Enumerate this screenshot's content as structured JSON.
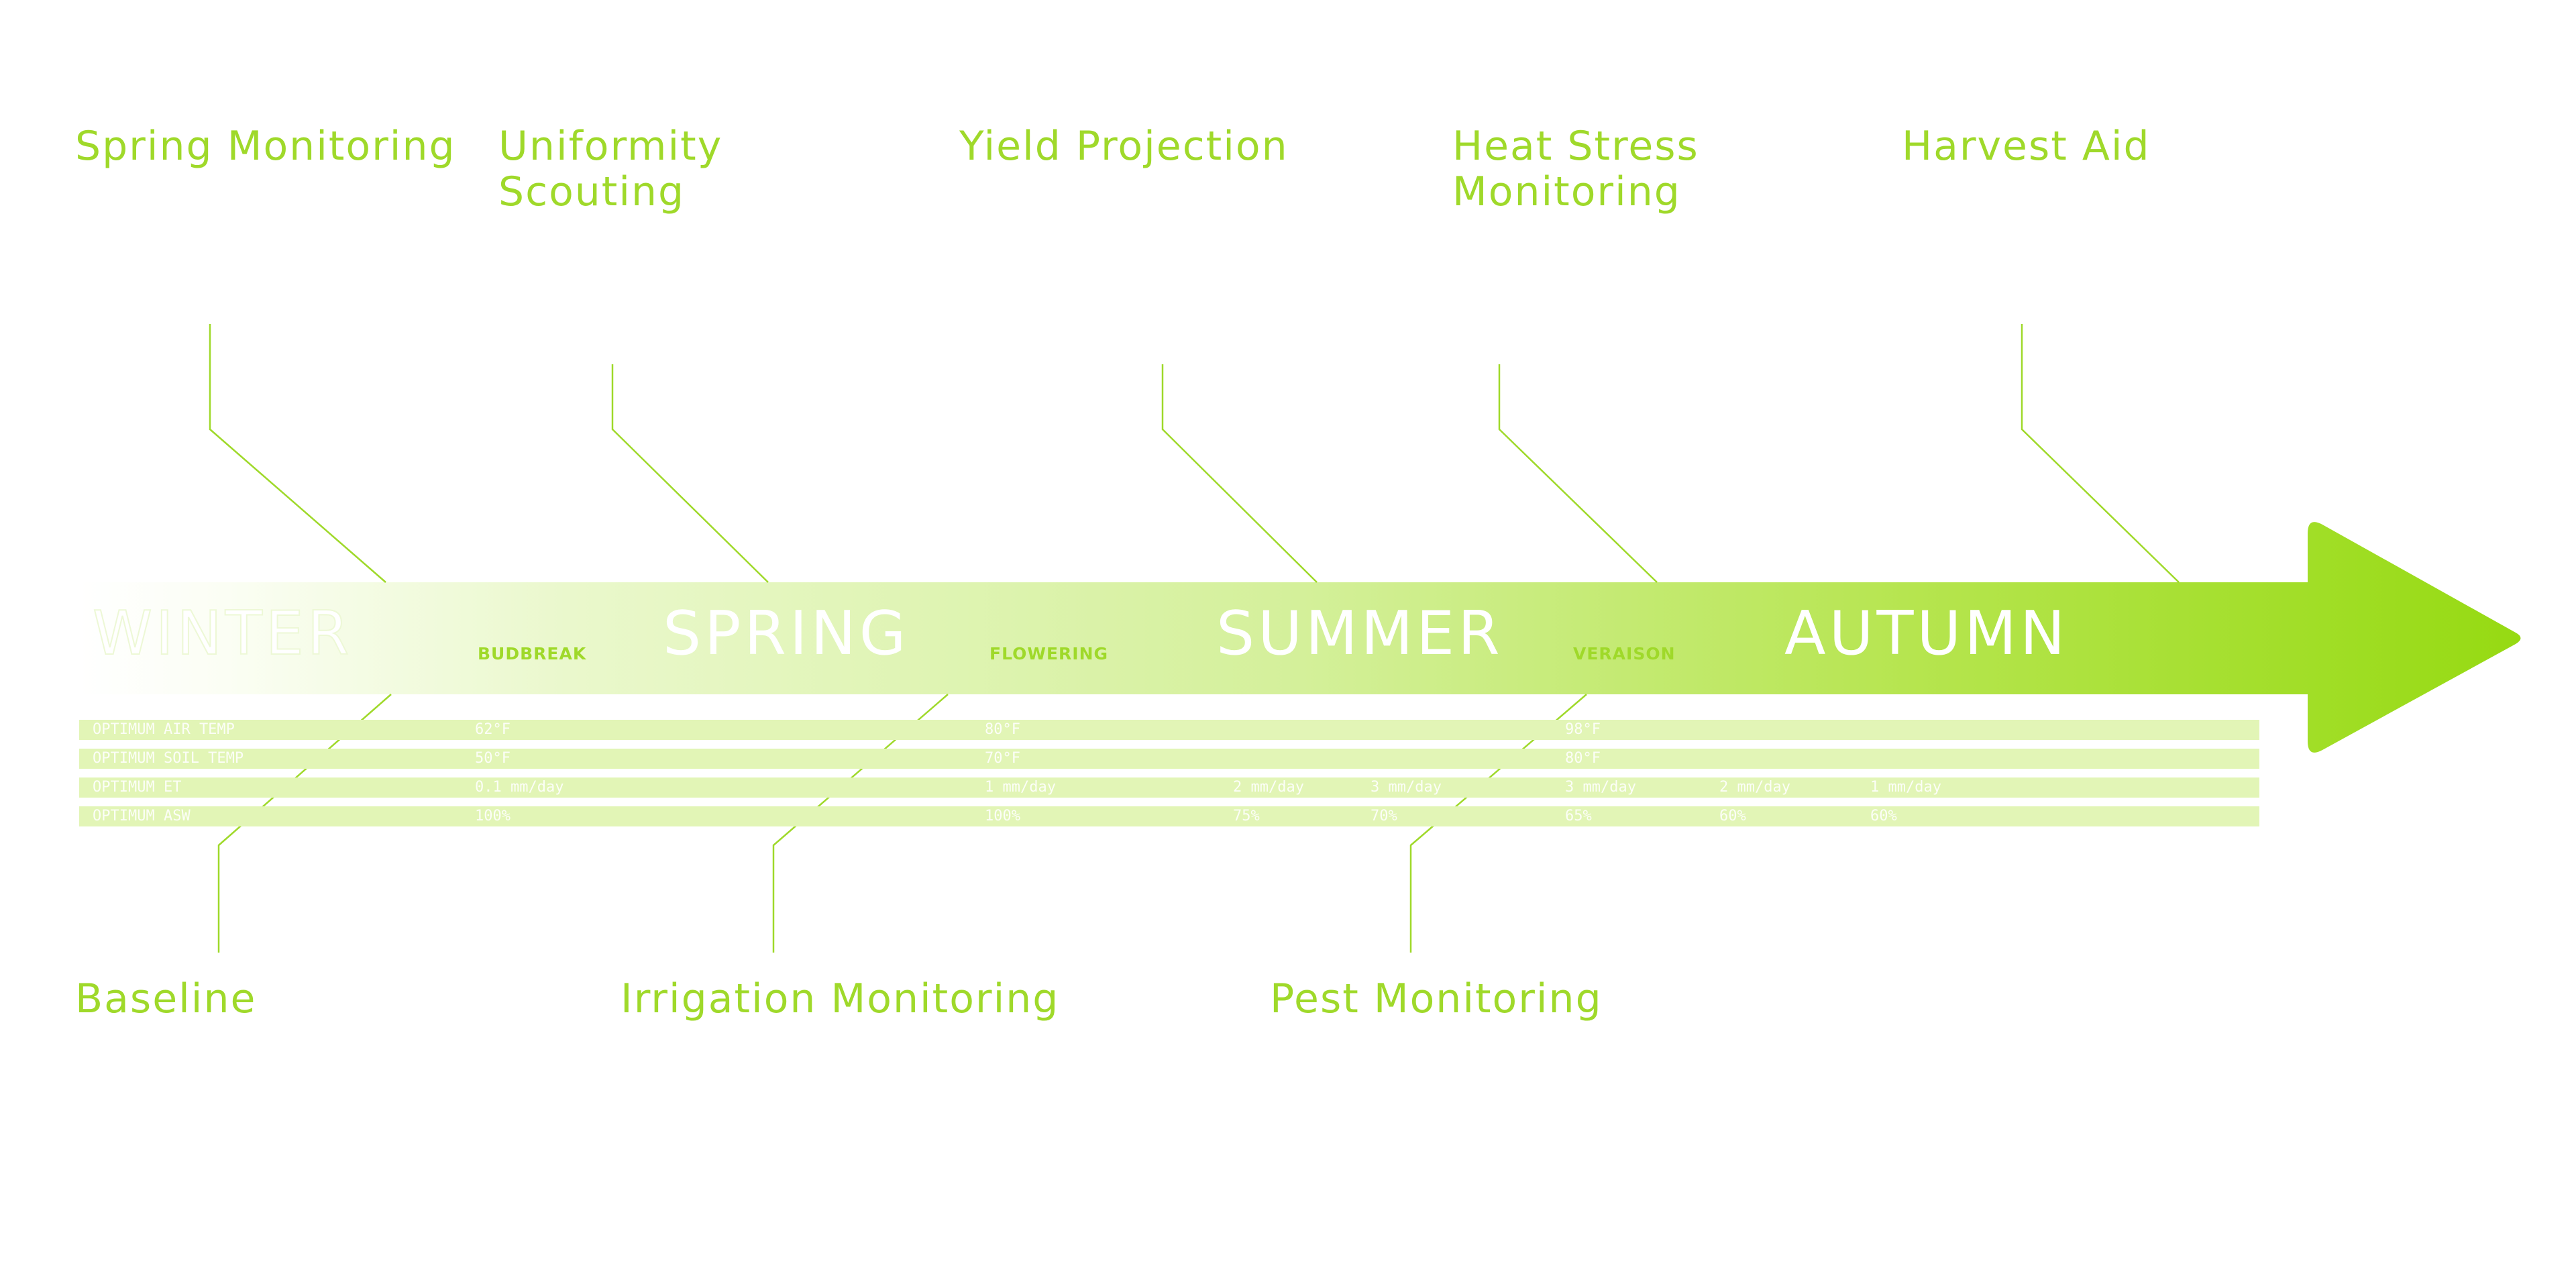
{
  "colors": {
    "accent": "#9fd92a",
    "text_light": "#ffffff"
  },
  "seasons": [
    "WINTER",
    "SPRING",
    "SUMMER",
    "AUTUMN"
  ],
  "stages": [
    "BUDBREAK",
    "FLOWERING",
    "VERAISON"
  ],
  "top_labels": [
    {
      "lines": [
        "Spring Monitoring"
      ]
    },
    {
      "lines": [
        "Uniformity",
        "Scouting"
      ]
    },
    {
      "lines": [
        "Yield Projection"
      ]
    },
    {
      "lines": [
        "Heat Stress",
        "Monitoring"
      ]
    },
    {
      "lines": [
        "Harvest Aid"
      ]
    }
  ],
  "bottom_labels": [
    "Baseline",
    "Irrigation Monitoring",
    "Pest Monitoring"
  ],
  "table_rows": [
    {
      "label": "OPTIMUM AIR TEMP",
      "values": [
        "62°F",
        "80°F",
        "98°F"
      ]
    },
    {
      "label": "OPTIMUM SOIL TEMP",
      "values": [
        "50°F",
        "70°F",
        "80°F"
      ]
    },
    {
      "label": "OPTIMUM ET",
      "values": [
        "0.1 mm/day",
        "1 mm/day",
        "2 mm/day",
        "3 mm/day",
        "3 mm/day",
        "2 mm/day",
        "1 mm/day"
      ]
    },
    {
      "label": "OPTIMUM ASW",
      "values": [
        "100%",
        "100%",
        "75%",
        "70%",
        "65%",
        "60%",
        "60%"
      ]
    }
  ]
}
